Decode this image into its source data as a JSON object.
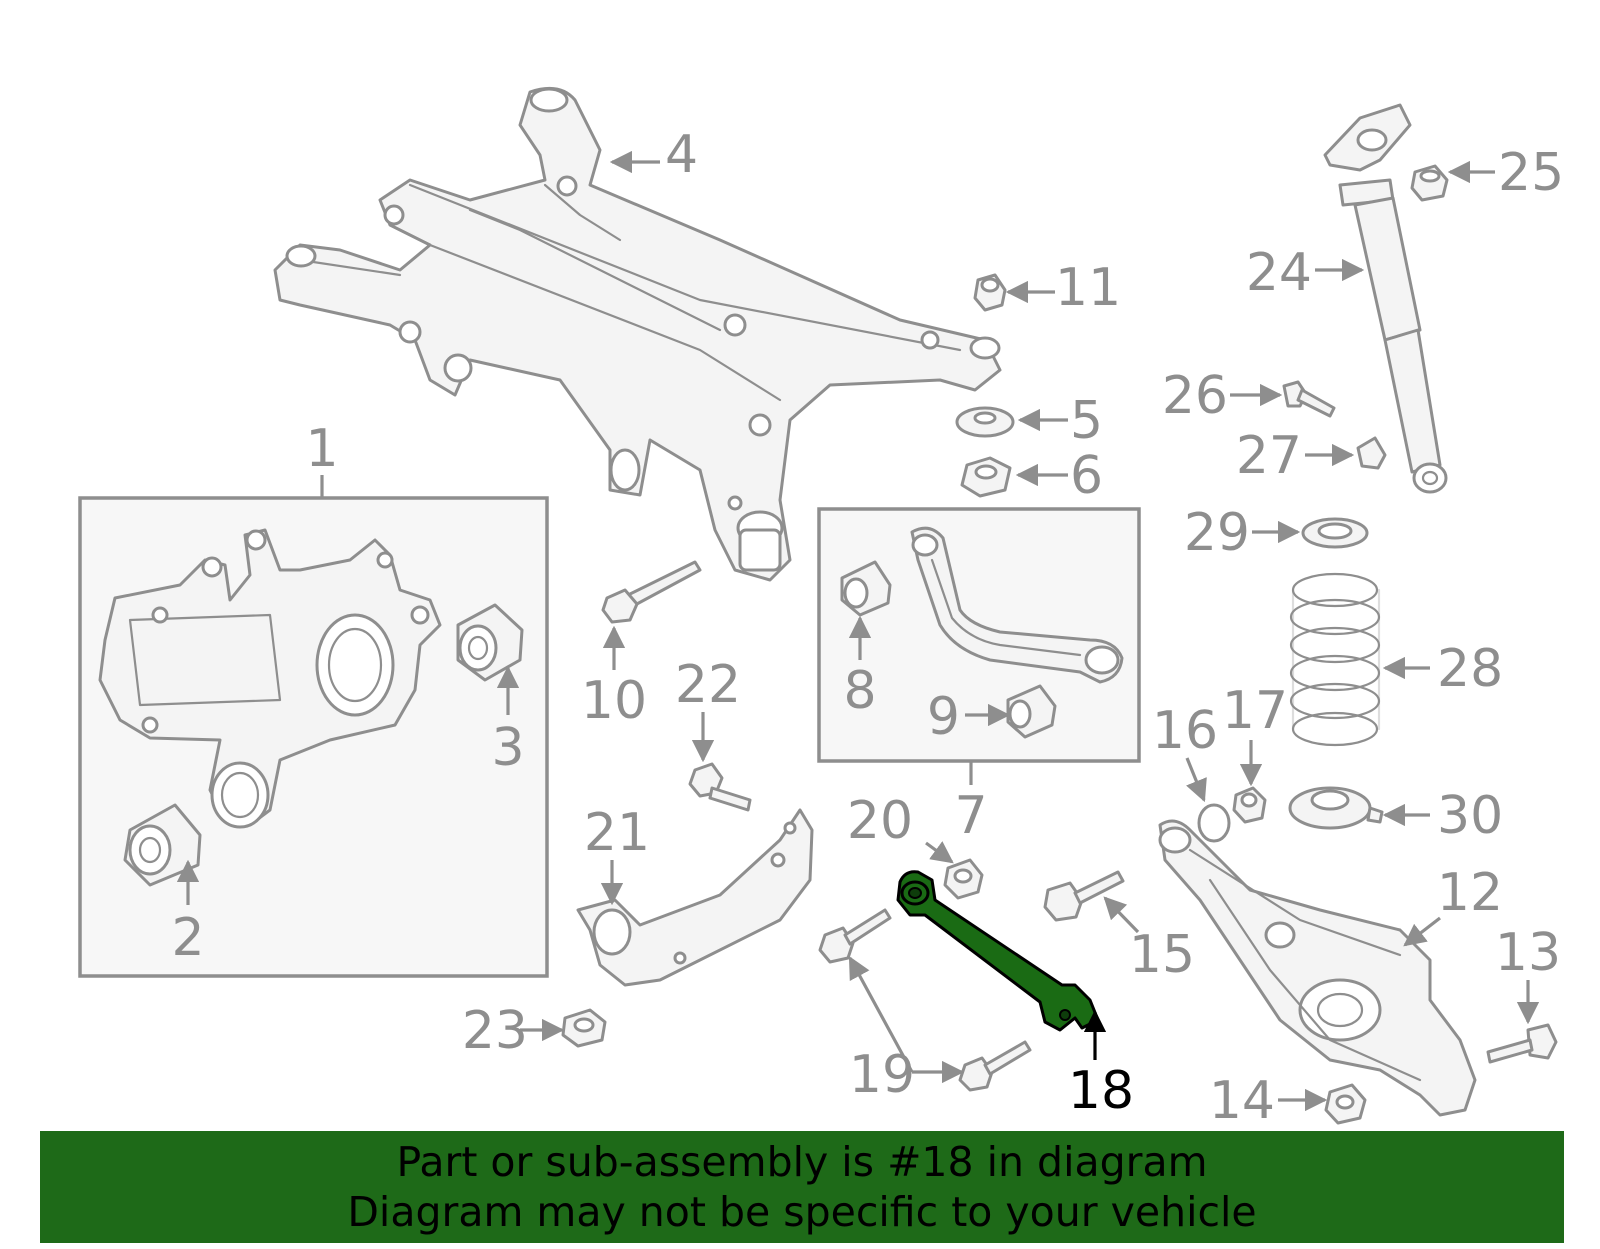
{
  "highlight_color": "#1e6a18",
  "callouts": {
    "c1": "1",
    "c2": "2",
    "c3": "3",
    "c4": "4",
    "c5": "5",
    "c6": "6",
    "c7": "7",
    "c8": "8",
    "c9": "9",
    "c10": "10",
    "c11": "11",
    "c12": "12",
    "c13": "13",
    "c14": "14",
    "c15": "15",
    "c16": "16",
    "c17": "17",
    "c18": "18",
    "c19": "19",
    "c20": "20",
    "c21": "21",
    "c22": "22",
    "c23": "23",
    "c24": "24",
    "c25": "25",
    "c26": "26",
    "c27": "27",
    "c28": "28",
    "c29": "29",
    "c30": "30"
  },
  "highlighted_part": "18",
  "banner": {
    "line1": "Part or sub-assembly is #18 in diagram",
    "line2": "Diagram may not be specific to your vehicle"
  }
}
